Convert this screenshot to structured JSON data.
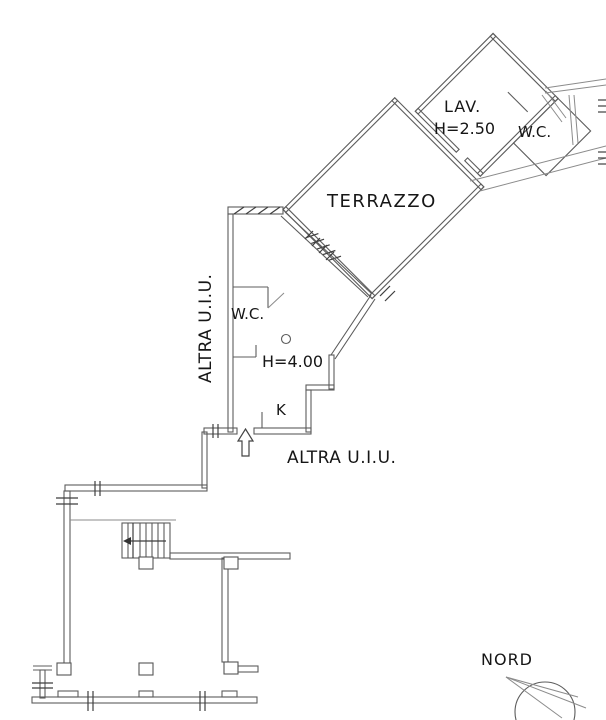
{
  "document_type": "floor-plan",
  "labels": {
    "terrazzo": "TERRAZZO",
    "lav": "LAV.",
    "lav_height": "H=2.50",
    "wc_upper": "W.C.",
    "wc_main": "W.C.",
    "main_height": "H=4.00",
    "kitchen": "K",
    "adjacent_left": "ALTRA U.I.U.",
    "adjacent_bottom": "ALTRA U.I.U.",
    "compass_north": "NORD"
  },
  "colors": {
    "background": "#ffffff",
    "wall": "#5c5c5c",
    "wall_light": "#8b8b8b",
    "text": "#161616"
  }
}
